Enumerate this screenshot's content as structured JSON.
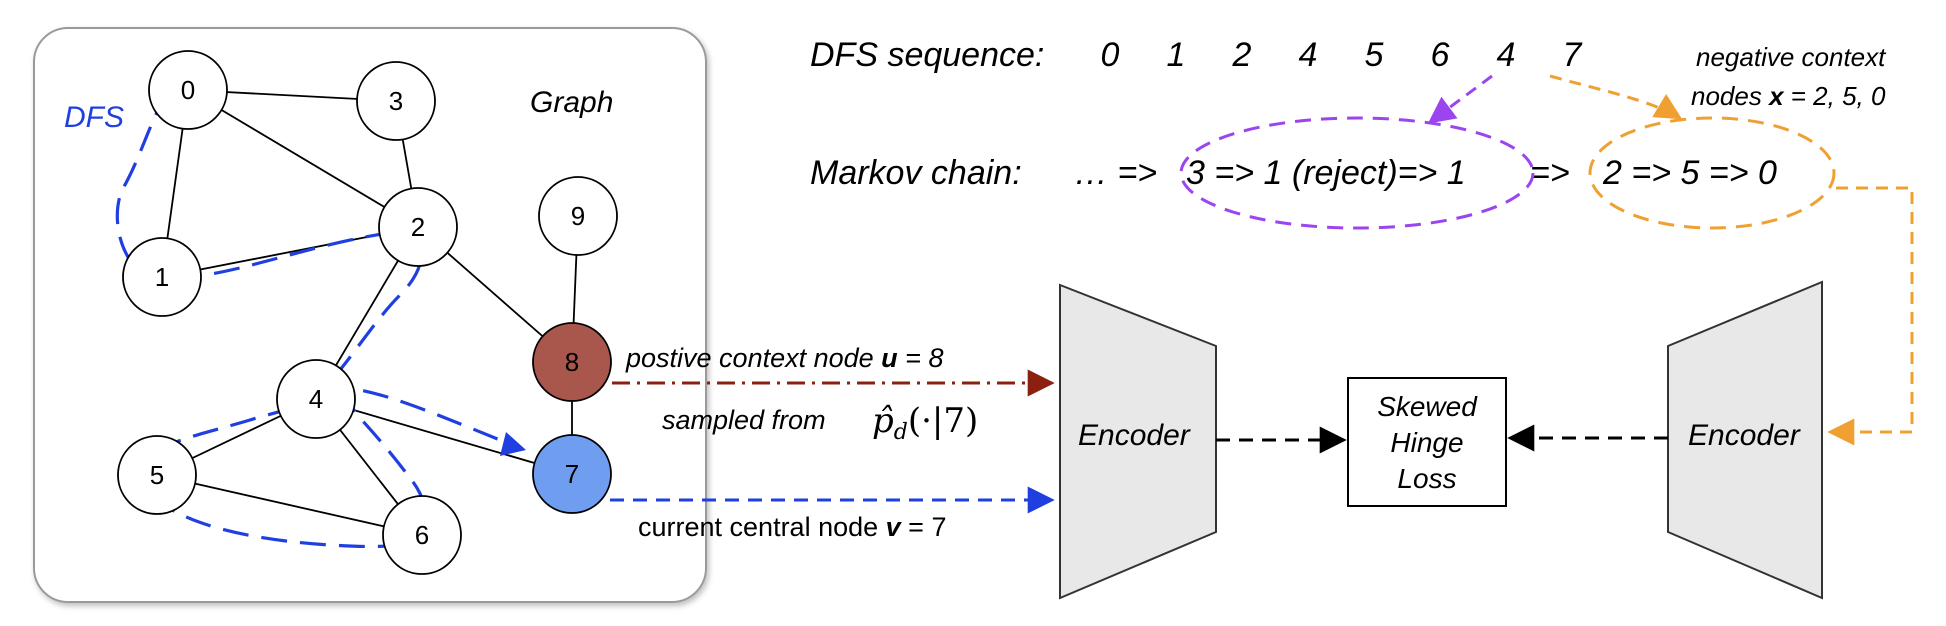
{
  "graph": {
    "title": "Graph",
    "dfs_label": "DFS",
    "nodes": [
      {
        "id": "0",
        "label": "0"
      },
      {
        "id": "1",
        "label": "1"
      },
      {
        "id": "2",
        "label": "2"
      },
      {
        "id": "3",
        "label": "3"
      },
      {
        "id": "4",
        "label": "4"
      },
      {
        "id": "5",
        "label": "5"
      },
      {
        "id": "6",
        "label": "6"
      },
      {
        "id": "7",
        "label": "7"
      },
      {
        "id": "8",
        "label": "8"
      },
      {
        "id": "9",
        "label": "9"
      }
    ],
    "edges": [
      [
        "0",
        "3"
      ],
      [
        "0",
        "1"
      ],
      [
        "0",
        "2"
      ],
      [
        "3",
        "2"
      ],
      [
        "1",
        "2"
      ],
      [
        "2",
        "4"
      ],
      [
        "2",
        "8"
      ],
      [
        "9",
        "8"
      ],
      [
        "8",
        "7"
      ],
      [
        "4",
        "5"
      ],
      [
        "4",
        "6"
      ],
      [
        "4",
        "7"
      ],
      [
        "5",
        "6"
      ]
    ]
  },
  "dfs_sequence": {
    "label": "DFS sequence:",
    "items": [
      "0",
      "1",
      "2",
      "4",
      "5",
      "6",
      "4",
      "7"
    ]
  },
  "markov_chain": {
    "label": "Markov chain:",
    "part1": "… =>",
    "part2": "3 => 1 (reject)=> 1",
    "part3": "=>",
    "part4": "2 => 5 => 0"
  },
  "negative_context": {
    "line1": "negative context",
    "line2_prefix": "nodes ",
    "line2_var": "x",
    "line2_suffix": " = 2, 5, 0"
  },
  "positive_context": {
    "prefix": "postive context node ",
    "var": "u",
    "suffix": " = 8",
    "sampled_from": "sampled from"
  },
  "current_node": {
    "prefix": "current central node ",
    "var": "v",
    "suffix": " = 7"
  },
  "encoder_left": "Encoder",
  "encoder_right": "Encoder",
  "loss_box": {
    "line1": "Skewed",
    "line2": "Hinge",
    "line3": "Loss"
  },
  "colors": {
    "blue": "#1f3fe0",
    "purple": "#9b45f0",
    "orange": "#f0a030",
    "dark_red": "#8b2010",
    "node8_fill": "#a9574c",
    "node7_fill": "#6f9df0",
    "encoder_fill": "#e8e8e8"
  }
}
